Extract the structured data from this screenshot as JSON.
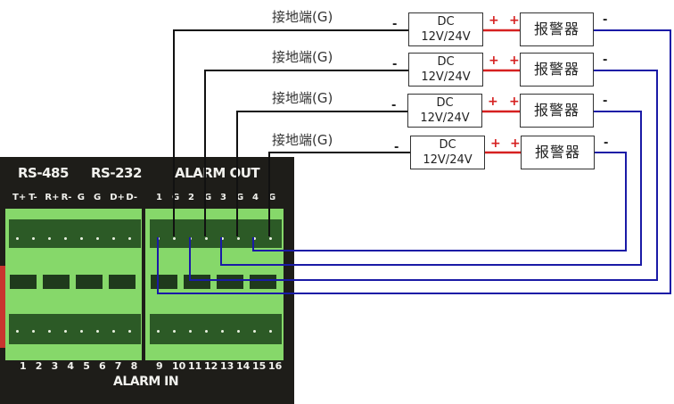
{
  "diagram": {
    "circuits": [
      {
        "ground_label": "接地端(G)",
        "dc_line1": "DC",
        "dc_line2": "12V/24V",
        "alarm_label": "报警器",
        "minus_left": "-",
        "plus_left": "+",
        "plus_right": "+",
        "minus_right": "-",
        "alarm_out_pin": "1",
        "ground_pin": "G"
      },
      {
        "ground_label": "接地端(G)",
        "dc_line1": "DC",
        "dc_line2": "12V/24V",
        "alarm_label": "报警器",
        "minus_left": "-",
        "plus_left": "+",
        "plus_right": "+",
        "minus_right": "-",
        "alarm_out_pin": "2",
        "ground_pin": "G"
      },
      {
        "ground_label": "接地端(G)",
        "dc_line1": "DC",
        "dc_line2": "12V/24V",
        "alarm_label": "报警器",
        "minus_left": "-",
        "plus_left": "+",
        "plus_right": "+",
        "minus_right": "-",
        "alarm_out_pin": "3",
        "ground_pin": "G"
      },
      {
        "ground_label": "接地端(G)",
        "dc_line1": "DC",
        "dc_line2": "12V/24V",
        "alarm_label": "报警器",
        "minus_left": "-",
        "plus_left": "+",
        "plus_right": "+",
        "minus_right": "-",
        "alarm_out_pin": "4",
        "ground_pin": "G"
      }
    ],
    "wire_colors": {
      "ground": "#111111",
      "positive": "#d62020",
      "negative": "#1a1aa6"
    }
  },
  "panel": {
    "rs485_label": "RS-485",
    "rs232_label": "RS-232",
    "alarm_out_label": "ALARM OUT",
    "alarm_in_label": "ALARM IN",
    "top_left_pins": [
      "T+",
      "T-",
      "R+",
      "R-",
      "G",
      "G",
      "D+",
      "D-"
    ],
    "top_right_pins": [
      "1",
      "G",
      "2",
      "G",
      "3",
      "G",
      "4",
      "G"
    ],
    "bottom_pins": [
      "1",
      "2",
      "3",
      "4",
      "5",
      "6",
      "7",
      "8",
      "9",
      "10",
      "11",
      "12",
      "13",
      "14",
      "15",
      "16"
    ],
    "colors": {
      "panel": "#1e1d19",
      "terminal": "#86d86a",
      "accent_red": "#c8352f"
    }
  }
}
